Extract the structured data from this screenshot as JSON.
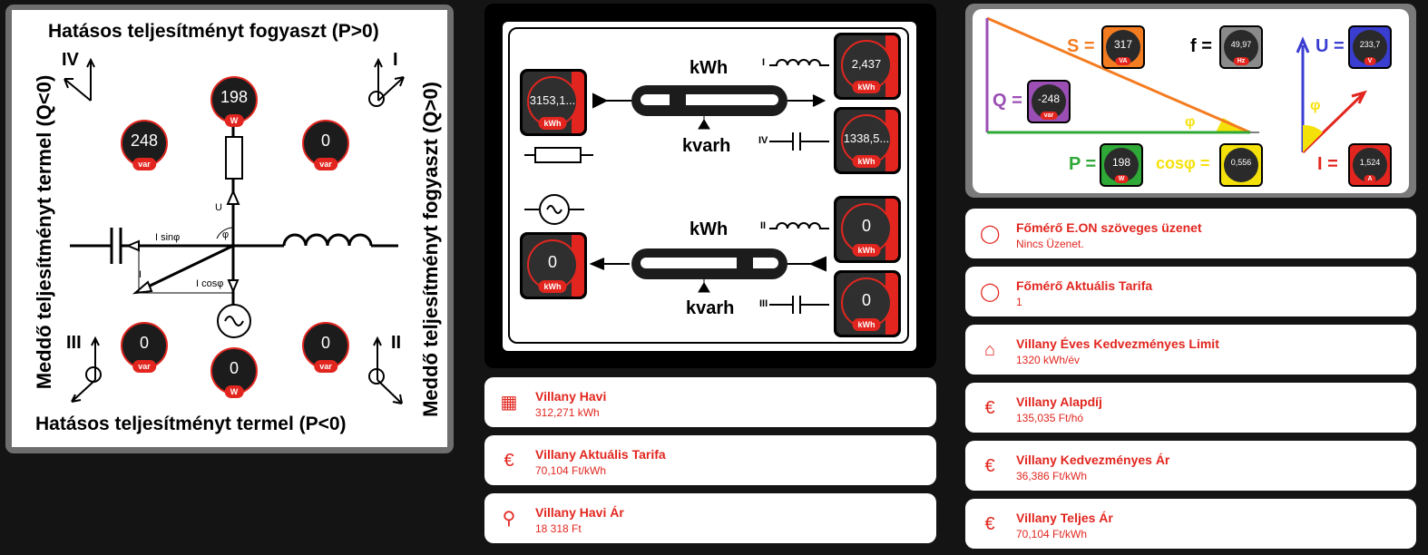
{
  "quadrant_panel": {
    "top_label": "Hatásos teljesítményt fogyaszt (P>0)",
    "bottom_label": "Hatásos teljesítményt termel (P<0)",
    "left_label": "Meddő teljesítményt termel (Q<0)",
    "right_label": "Meddő teljesítményt fogyaszt (Q>0)",
    "quadrants": {
      "i": "I",
      "ii": "II",
      "iii": "III",
      "iv": "IV"
    },
    "diagram_labels": {
      "u": "U",
      "phi": "φ",
      "i": "I",
      "i_sin": "I sinφ",
      "i_cos": "I cosφ"
    },
    "gauges": {
      "top": {
        "value": "198",
        "unit": "W"
      },
      "upper_left": {
        "value": "248",
        "unit": "var"
      },
      "upper_right": {
        "value": "0",
        "unit": "var"
      },
      "lower_left": {
        "value": "0",
        "unit": "var"
      },
      "lower_right": {
        "value": "0",
        "unit": "var"
      },
      "bottom": {
        "value": "0",
        "unit": "W"
      }
    }
  },
  "meter_panel": {
    "kwh_top": "kWh",
    "kvarh_top": "kvarh",
    "kwh_bottom": "kWh",
    "kvarh_bottom": "kvarh",
    "quadrant_labels": {
      "i": "I",
      "iv": "IV",
      "ii": "II",
      "iii": "III"
    },
    "meters": {
      "import_total": {
        "value": "3153,1...",
        "unit": "kWh"
      },
      "q1": {
        "value": "2,437",
        "unit": "kWh"
      },
      "q4": {
        "value": "1338,5...",
        "unit": "kWh"
      },
      "export_total": {
        "value": "0",
        "unit": "kWh"
      },
      "q2": {
        "value": "0",
        "unit": "kWh"
      },
      "q3": {
        "value": "0",
        "unit": "kWh"
      }
    }
  },
  "phasor_panel": {
    "symbols": {
      "s": "S =",
      "f": "f =",
      "q": "Q =",
      "p": "P =",
      "cos": "cosφ =",
      "u": "U =",
      "i": "I =",
      "phi1": "φ",
      "phi2": "φ"
    },
    "values": {
      "s": {
        "value": "317",
        "unit": "VA"
      },
      "f": {
        "value": "49,97",
        "unit": "Hz"
      },
      "q": {
        "value": "-248",
        "unit": "var"
      },
      "p": {
        "value": "198",
        "unit": "W"
      },
      "cos": {
        "value": "0,556",
        "unit": ""
      },
      "u": {
        "value": "233,7",
        "unit": "V"
      },
      "i": {
        "value": "1,524",
        "unit": "A"
      }
    },
    "colors": {
      "s": "#f47c20",
      "f": "#8a8a8a",
      "q": "#9b4fb5",
      "p": "#2ea836",
      "cos": "#f5e10a",
      "u": "#3a3ed0",
      "i": "#e2261f"
    }
  },
  "cards_middle": [
    {
      "title": "Villany Havi",
      "value": "312,271 kWh",
      "icon": "meter-icon"
    },
    {
      "title": "Villany Aktuális Tarifa",
      "value": "70,104 Ft/kWh",
      "icon": "euro-icon"
    },
    {
      "title": "Villany Havi Ár",
      "value": "18 318 Ft",
      "icon": "transmission-tower-icon"
    }
  ],
  "cards_right": [
    {
      "title": "Főmérő E.ON szöveges üzenet",
      "value": "Nincs Üzenet.",
      "icon": "meter-electric-icon"
    },
    {
      "title": "Főmérő Aktuális Tarifa",
      "value": "1",
      "icon": "meter-electric-icon"
    },
    {
      "title": "Villany Éves Kedvezményes Limit",
      "value": "1320 kWh/év",
      "icon": "home-lightning-icon"
    },
    {
      "title": "Villany Alapdíj",
      "value": "135,035 Ft/hó",
      "icon": "euro-icon"
    },
    {
      "title": "Villany Kedvezményes Ár",
      "value": "36,386 Ft/kWh",
      "icon": "euro-icon"
    },
    {
      "title": "Villany Teljes Ár",
      "value": "70,104 Ft/kWh",
      "icon": "euro-icon"
    }
  ]
}
